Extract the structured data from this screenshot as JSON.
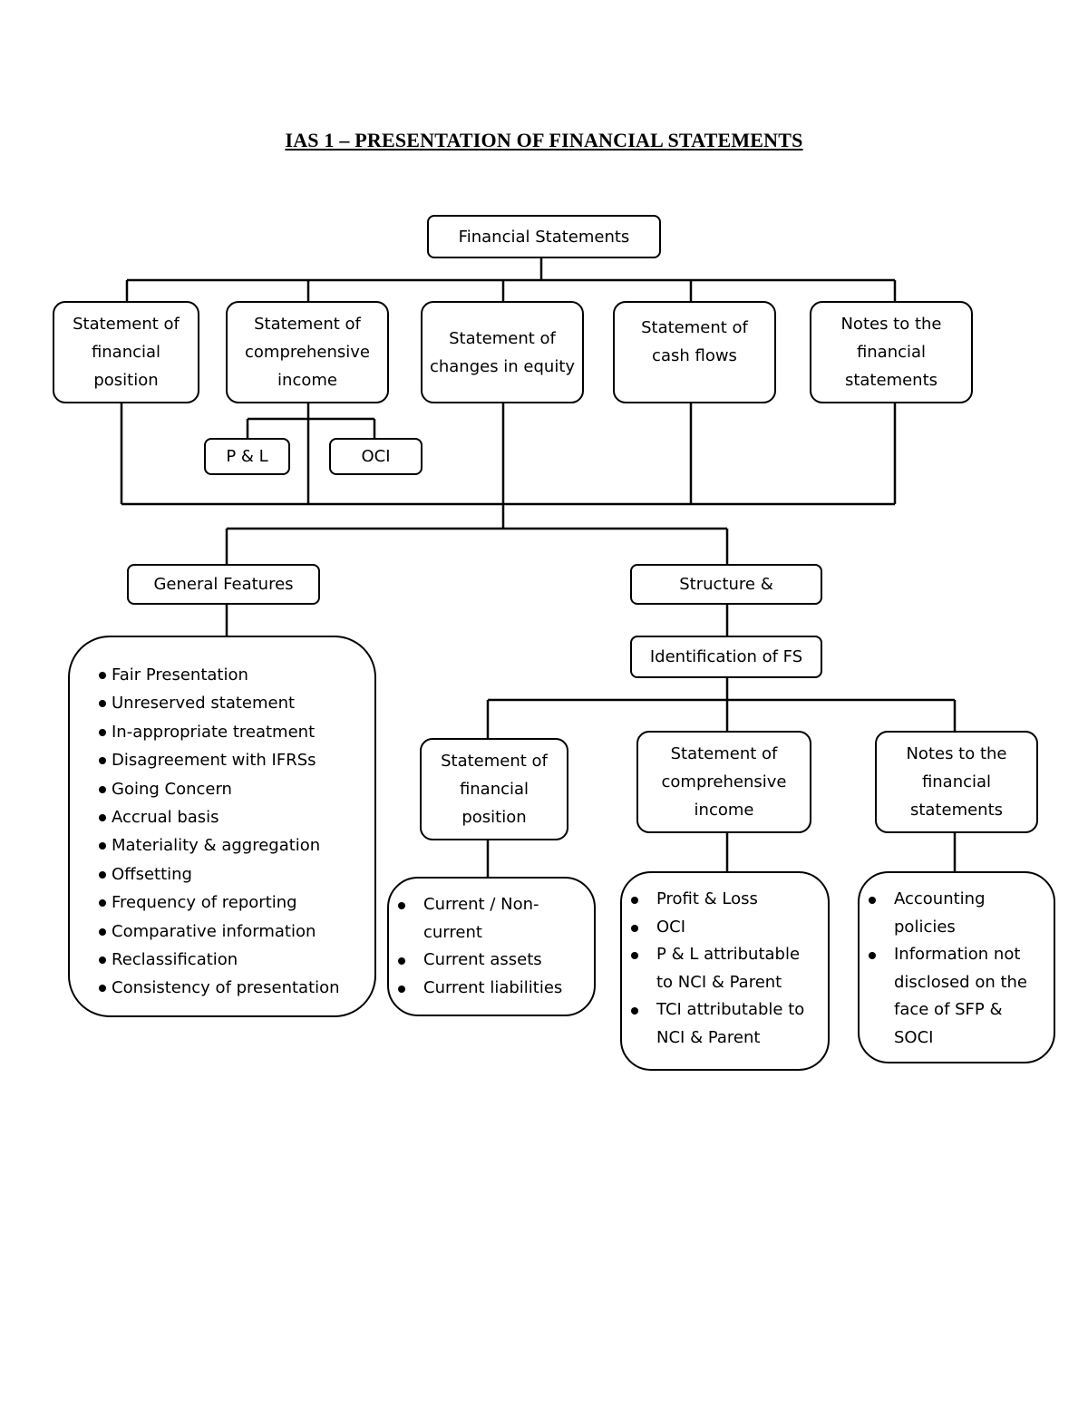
{
  "title": "IAS 1 – PRESENTATION OF FINANCIAL STATEMENTS",
  "root": "Financial Statements",
  "statements": [
    "Statement of financial position",
    "Statement of comprehensive income",
    "Statement of changes in equity",
    "Statement of cash flows",
    "Notes to the financial statements"
  ],
  "soci_components": [
    "P & L",
    "OCI"
  ],
  "general_features": {
    "label": "General Features",
    "items": [
      "Fair Presentation",
      "Unreserved statement",
      "In-appropriate treatment",
      "Disagreement with IFRSs",
      "Going Concern",
      "Accrual basis",
      "Materiality & aggregation",
      "Offsetting",
      "Frequency of reporting",
      "Comparative information",
      "Reclassification",
      "Consistency of presentation"
    ]
  },
  "structure": {
    "label": "Structure &",
    "identification": "Identification of FS",
    "branches": [
      {
        "label": "Statement of financial position",
        "items": [
          "Current / Non-current",
          "Current assets",
          "Current liabilities"
        ]
      },
      {
        "label": "Statement of comprehensive income",
        "items": [
          "Profit & Loss",
          "OCI",
          "P & L attributable to NCI & Parent",
          "TCI attributable to NCI & Parent"
        ]
      },
      {
        "label": "Notes to the financial statements",
        "items": [
          "Accounting policies",
          "Information not disclosed on the face of SFP & SOCI"
        ]
      }
    ]
  }
}
